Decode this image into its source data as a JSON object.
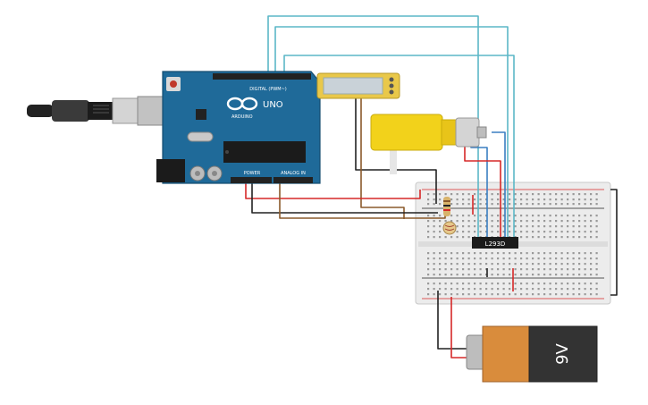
{
  "arduino": {
    "brand": "ARDUINO",
    "model": "UNO",
    "digital_label": "DIGITAL (PWM~)",
    "power_label": "POWER",
    "analog_label": "ANALOG IN"
  },
  "motor_driver": {
    "label": "L293D"
  },
  "battery": {
    "label": "9V"
  },
  "colors": {
    "board": "#1f5f8b",
    "breadboard": "#e9e9e9",
    "motor": "#f2d21b",
    "battery_body": "#333333",
    "battery_cap": "#d98c3c",
    "wire_red": "#d62828",
    "wire_black": "#222222",
    "wire_teal": "#5bb7c7",
    "wire_blue": "#3a7fc2",
    "wire_brown": "#8a5a2b"
  },
  "icons": [
    "usb-cable-icon",
    "reset-button-icon",
    "infinity-logo-icon",
    "capacitor-icon",
    "chip-icon",
    "lcd-icon",
    "dc-motor-icon",
    "photoresistor-icon",
    "resistor-icon",
    "battery-icon"
  ]
}
